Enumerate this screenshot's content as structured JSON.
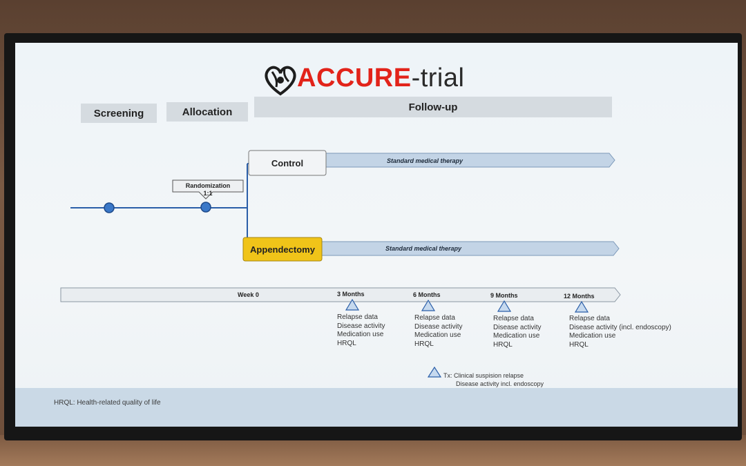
{
  "title": {
    "part1": "ACCURE",
    "part2": "-trial"
  },
  "phases": {
    "screening": "Screening",
    "allocation": "Allocation",
    "followup": "Follow-up"
  },
  "randomization": {
    "line1": "Randomization",
    "line2": "1:1"
  },
  "arms": {
    "control": {
      "label": "Control",
      "therapy": "Standard medical therapy"
    },
    "appendectomy": {
      "label": "Appendectomy",
      "therapy": "Standard medical therapy"
    }
  },
  "timeline": {
    "week0": "Week 0",
    "points": [
      {
        "label": "3 Months",
        "measures": [
          "Relapse data",
          "Disease activity",
          "Medication use",
          "HRQL"
        ]
      },
      {
        "label": "6 Months",
        "measures": [
          "Relapse data",
          "Disease activity",
          "Medication use",
          "HRQL"
        ]
      },
      {
        "label": "9 Months",
        "measures": [
          "Relapse data",
          "Disease activity",
          "Medication use",
          "HRQL"
        ]
      },
      {
        "label": "12 Months",
        "measures": [
          "Relapse data",
          "Disease activity (incl. endoscopy)",
          "Medication use",
          "HRQL"
        ]
      }
    ]
  },
  "legend": {
    "line1": "Tx: Clinical suspision relapse",
    "line2": "Disease activity incl. endoscopy"
  },
  "footnote": "HRQL: Health-related quality of life",
  "colors": {
    "accent_red": "#e2231a",
    "line_blue": "#2a5ea8",
    "arrow_fill": "#c3d4e6",
    "appendectomy_fill": "#f0c419"
  }
}
